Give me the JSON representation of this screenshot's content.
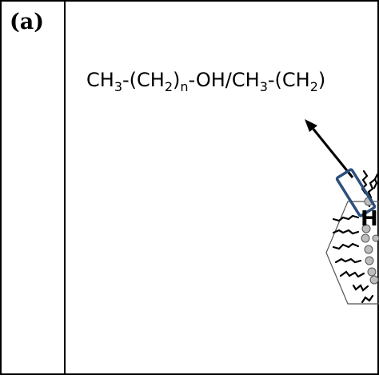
{
  "panel_label": "(a)",
  "formula": {
    "parts": [
      {
        "text": "CH",
        "style": "normal"
      },
      {
        "text": "3",
        "style": "sub"
      },
      {
        "text": "-(CH",
        "style": "normal"
      },
      {
        "text": "2",
        "style": "sub"
      },
      {
        "text": ")",
        "style": "normal"
      },
      {
        "text": "n",
        "style": "sub"
      },
      {
        "text": "-OH/CH",
        "style": "normal"
      },
      {
        "text": "3",
        "style": "sub"
      },
      {
        "text": "-(CH",
        "style": "normal"
      },
      {
        "text": "2",
        "style": "sub"
      },
      {
        "text": ")",
        "style": "normal"
      }
    ]
  },
  "hexagon_label": "H",
  "colors": {
    "border": "#000000",
    "highlight_box": "#2d4f7c",
    "node_fill": "#bdbdbd"
  }
}
